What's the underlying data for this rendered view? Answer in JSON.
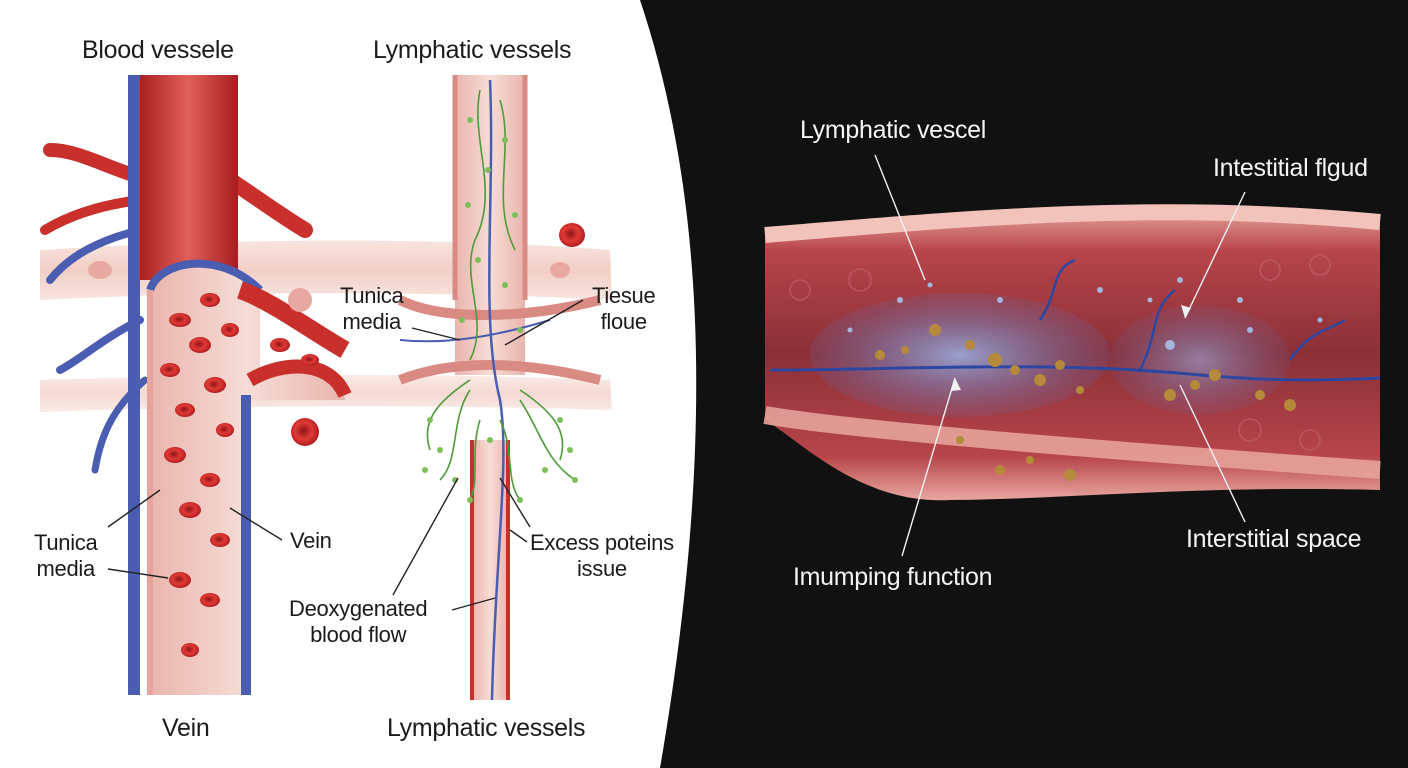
{
  "panel_left": {
    "title_blood": "Blood vessele",
    "title_lymph": "Lymphatic vessels",
    "label_tunica_left": "Tunica\nmedia",
    "label_vein_side": "Vein",
    "label_vein_bottom": "Vein",
    "label_tunica_mid": "Tunica\nmedia",
    "label_tissue": "Tiesue\nfloue",
    "label_excess": "Excess poteins\nissue",
    "label_deoxy": "Deoxygenated\nblood flow",
    "label_lymph_bottom": "Lymphatic vessels"
  },
  "panel_right": {
    "label_lymph_vessel": "Lymphatic vescel",
    "label_interstitial_fluid": "Intestitial flgud",
    "label_interstitial_space": "Interstitial space",
    "label_pumping": "Imumping function"
  },
  "colors": {
    "left_background": "#ffffff",
    "right_background": "#111111",
    "vessel_red": "#c9302c",
    "vein_blue": "#4a5db0",
    "lymph_green": "#4f9a3a",
    "tissue_pink": "#f0c9c0"
  }
}
